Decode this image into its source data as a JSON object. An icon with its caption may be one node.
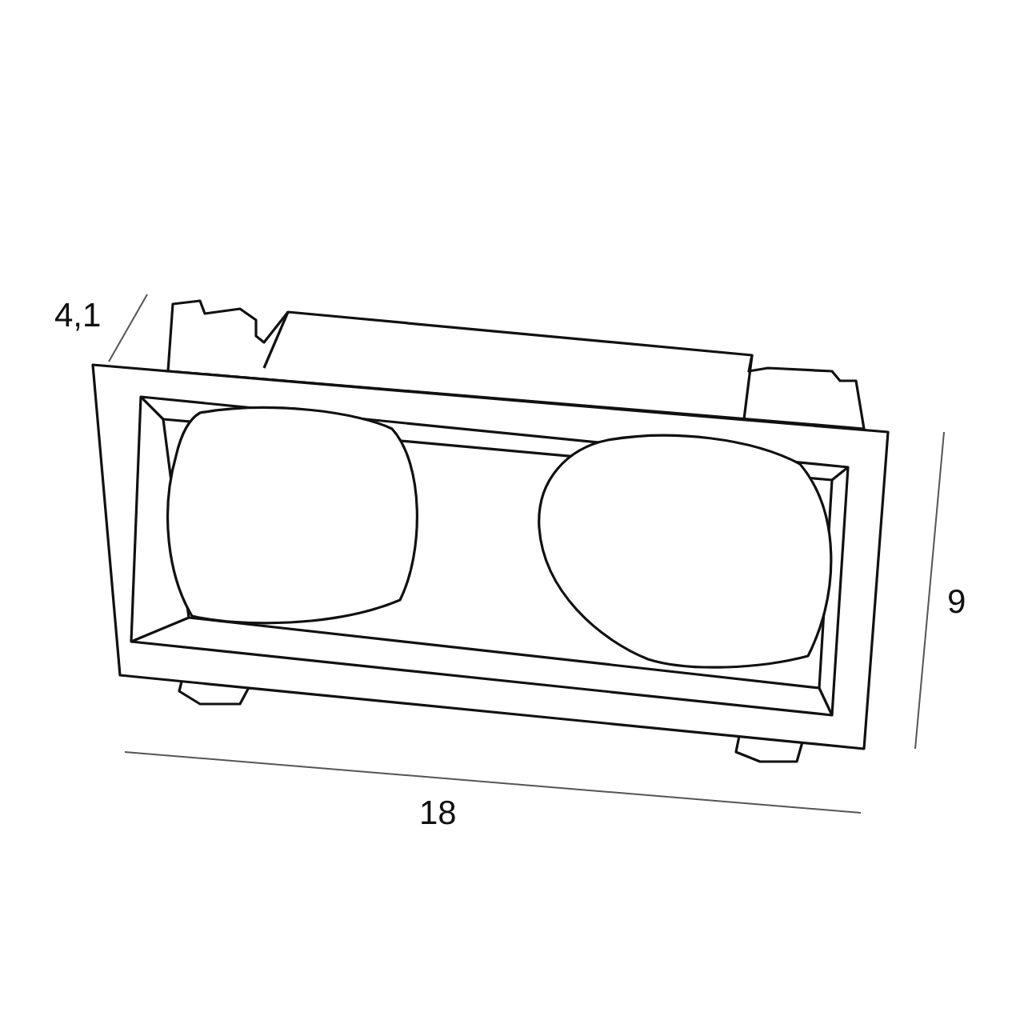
{
  "diagram": {
    "labels": [
      "4,1",
      "9",
      "18"
    ]
  }
}
